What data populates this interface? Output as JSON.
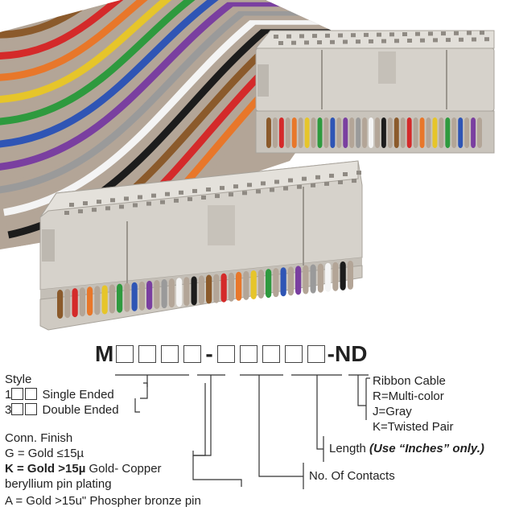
{
  "part_number": {
    "prefix": "M",
    "dash": "-",
    "suffix": "-ND"
  },
  "style": {
    "heading": "Style",
    "option1_code": "1",
    "option1_label": "Single Ended",
    "option2_code": "3",
    "option2_label": "Double Ended"
  },
  "conn_finish": {
    "heading": "Conn. Finish",
    "g_line": "G = Gold ≤15µ",
    "k_bold": "K = Gold >15µ",
    "k_rest": " Gold- Copper",
    "k_line2": "beryllium pin plating",
    "a_line": "A = Gold >15u\" Phospher bronze pin"
  },
  "contacts": {
    "label": "No. Of Contacts"
  },
  "length": {
    "label": "Length ",
    "note": "(Use “Inches” only.)"
  },
  "ribbon": {
    "heading": "Ribbon Cable",
    "r_line": "R=Multi-color",
    "j_line": "J=Gray",
    "k_line": "K=Twisted Pair"
  },
  "colors": {
    "connector": "#d6d2cb",
    "connector_shade": "#b9b4ac",
    "cable_gray": "#b3a597",
    "line": "#333333"
  },
  "wire_colors": [
    "#8b5a2b",
    "#d42a2a",
    "#e8772a",
    "#e6c52a",
    "#2e9a3e",
    "#2f55b5",
    "#7a3fa0",
    "#9a9a9a",
    "#f4f4f4",
    "#1c1c1c"
  ]
}
